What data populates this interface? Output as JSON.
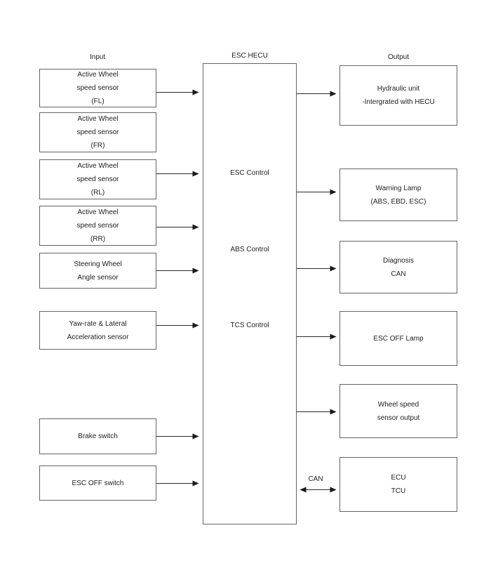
{
  "diagram": {
    "title_labels": {
      "input": "Input",
      "controller": "ESC HECU",
      "output": "Output"
    },
    "input_boxes": [
      {
        "label": "Active Wheel\nspeed sensor\n(FL)"
      },
      {
        "label": "Active Wheel\nspeed sensor\n(FR)"
      },
      {
        "label": "Active Wheel\nspeed sensor\n(RL)"
      },
      {
        "label": "Active Wheel\nspeed sensor\n(RR)"
      },
      {
        "label": "Steering Wheel\nAngle sensor"
      },
      {
        "label": "Yaw-rate & Lateral\nAcceleration sensor"
      },
      {
        "label": "Brake switch"
      },
      {
        "label": "ESC OFF switch"
      }
    ],
    "controller": {
      "functions": [
        "ESC Control",
        "ABS Control",
        "TCS Control"
      ]
    },
    "output_boxes": [
      {
        "label": "Hydraulic unit\n-Intergrated with HECU"
      },
      {
        "label": "Warning Lamp\n(ABS, EBD, ESC)"
      },
      {
        "label": "Diagnosis\nCAN"
      },
      {
        "label": "ESC OFF Lamp"
      },
      {
        "label": "Wheel speed\nsensor output"
      },
      {
        "label": "ECU\nTCU"
      }
    ],
    "bus_label": "CAN",
    "colors": {
      "background": "#ffffff",
      "box_border": "#646464",
      "arrow": "#222222",
      "text": "#1d1d1d"
    }
  }
}
